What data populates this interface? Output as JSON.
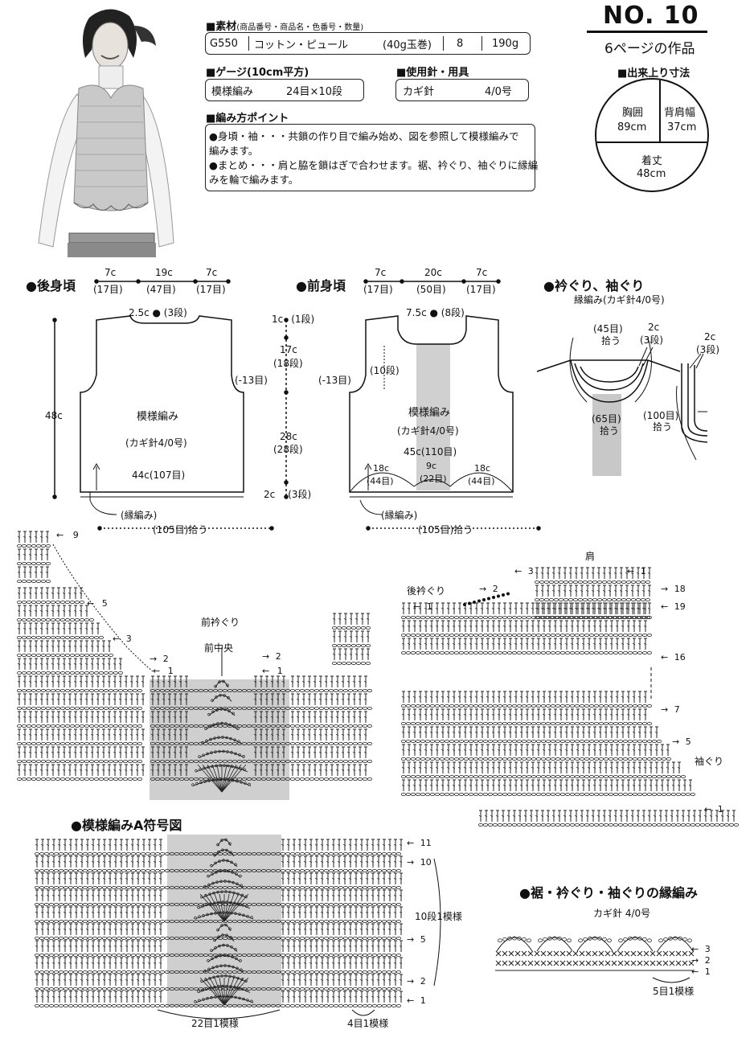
{
  "header": {
    "no_label": "NO. 10",
    "page_ref": "6ページの作品"
  },
  "materials": {
    "heading": "■素材",
    "heading_sub": "(商品番号・商品名・色番号・数量)",
    "code": "G550",
    "name": "コットン・ピュール",
    "ball": "(40g玉巻)",
    "color": "8",
    "weight": "190g"
  },
  "gauge": {
    "heading": "■ゲージ(10cm平方)",
    "pattern": "模様編み",
    "value": "24目×10段"
  },
  "tools": {
    "heading": "■使用針・用具",
    "needle": "カギ針",
    "size": "4/0号"
  },
  "points": {
    "heading": "■編み方ポイント",
    "lines": [
      "●身頃・袖・・・共鎖の作り目で編み始め、図を参照して模様編みで",
      "編みます。",
      "●まとめ・・・肩と脇を鎖はぎで合わせます。裾、衿ぐり、袖ぐりに縁編",
      "みを輪で編みます。"
    ]
  },
  "finished": {
    "heading": "■出来上り寸法",
    "chest_label": "胸囲",
    "chest_value": "89cm",
    "shoulder_label": "背肩幅",
    "shoulder_value": "37cm",
    "length_label": "着丈",
    "length_value": "48cm"
  },
  "back": {
    "title": "●後身頃",
    "top_dims": [
      "7c",
      "19c",
      "7c"
    ],
    "top_stitches": [
      "(17目)",
      "(47目)",
      "(17目)"
    ],
    "neck": "2.5c",
    "neck_rows": "(3段)",
    "armhole_dec": "(-13目)",
    "height": "48c",
    "pattern": "模様編み",
    "needle": "(カギ針4/0号)",
    "width": "44c(107目)",
    "edge": "(縁編み)",
    "pickup": "(105目)拾う",
    "side_dims": [
      {
        "c": "1c",
        "r": "(1段)"
      },
      {
        "c": "17c",
        "r": "(18段)"
      },
      {
        "c": "28c",
        "r": "(28段)"
      },
      {
        "c": "2c",
        "r": "(3段)"
      }
    ]
  },
  "front": {
    "title": "●前身頃",
    "top_dims": [
      "7c",
      "20c",
      "7c"
    ],
    "top_stitches": [
      "(17目)",
      "(50目)",
      "(17目)"
    ],
    "neck": "7.5c",
    "neck_rows": "(8段)",
    "armhole_dec": "(-13目)",
    "rows10": "(10段)",
    "pattern": "模様編み",
    "needle": "(カギ針4/0号)",
    "width": "45c(110目)",
    "bottom_dims": [
      {
        "c": "18c",
        "s": "(44目)"
      },
      {
        "c": "9c",
        "s": "(22目)"
      },
      {
        "c": "18c",
        "s": "(44目)"
      }
    ],
    "edge": "(縁編み)",
    "pickup": "(105目)拾う"
  },
  "neckline": {
    "title": "●衿ぐり、袖ぐり",
    "subtitle": "縁編み(カギ針4/0号)",
    "back_pick": "(45目)",
    "back_pick2": "拾う",
    "edge_c": "2c",
    "edge_r": "(3段)",
    "front_pick": "(65目)",
    "front_pick2": "拾う",
    "arm_pick": "(100目)",
    "arm_pick2": "拾う",
    "arm_c": "2c",
    "arm_r": "(3段)"
  },
  "chart1": {
    "front_neck": "前衿ぐり",
    "center": "前中央",
    "row_labels": [
      "9",
      "5",
      "3",
      "2",
      "1",
      "2",
      "1"
    ]
  },
  "chart2": {
    "shoulder": "肩",
    "back_neck": "後衿ぐり",
    "armhole": "袖ぐり",
    "row_labels": [
      "3",
      "1",
      "2",
      "1",
      "18",
      "19",
      "16",
      "7",
      "5",
      "1"
    ]
  },
  "chartA": {
    "title": "●模様編みA符号図",
    "repeat_rows": "10段1模様",
    "repeat_st": "22目1模様",
    "repeat_st2": "4目1模様",
    "row_labels": [
      "11",
      "10",
      "5",
      "2",
      "1"
    ]
  },
  "edging": {
    "title": "●裾・衿ぐり・袖ぐりの縁編み",
    "needle": "カギ針 4/0号",
    "repeat": "5目1模様",
    "row_labels": [
      "3",
      "2",
      "1"
    ]
  }
}
